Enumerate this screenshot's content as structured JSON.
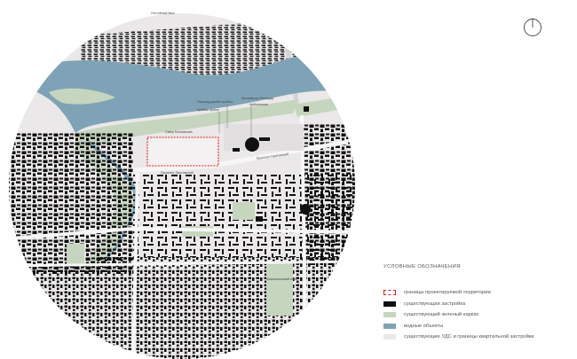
{
  "map": {
    "labels": {
      "island": "Отстойный Мыс",
      "square": "Сквер Беляевский",
      "crossing": "Переезд дамбы Кузбасс",
      "arena": "Кузбасс Арена",
      "zoo": "Московская Площадь",
      "embankment": "Набережная",
      "pritomsky_1": "Проспект Притомский",
      "pritomsky_2": "Проспект Притомский",
      "park": "Комсомольский парк"
    }
  },
  "legend": {
    "title": "УСЛОВНЫЕ ОБОЗНАЧЕНИЯ",
    "items": [
      {
        "label": "границы проектируемой территории",
        "color": "#e0201c",
        "style": "dashed"
      },
      {
        "label": "существующая застройка",
        "color": "#111111",
        "style": "fill"
      },
      {
        "label": "существующий зеленый каркас",
        "color": "#c6d5be",
        "style": "fill"
      },
      {
        "label": "водные объекты",
        "color": "#7fa3b6",
        "style": "fill"
      },
      {
        "label": "существующие УДС и границы квартальной застройки",
        "color": "#ebe8e9",
        "style": "fill"
      }
    ]
  },
  "colors": {
    "background": "#ffffff",
    "land": "#ebe8e9",
    "water": "#7fa3b6",
    "green": "#c6d5be",
    "building": "#111111",
    "boundary": "#e0201c"
  },
  "compass": {
    "icon": "north-arrow-icon"
  }
}
